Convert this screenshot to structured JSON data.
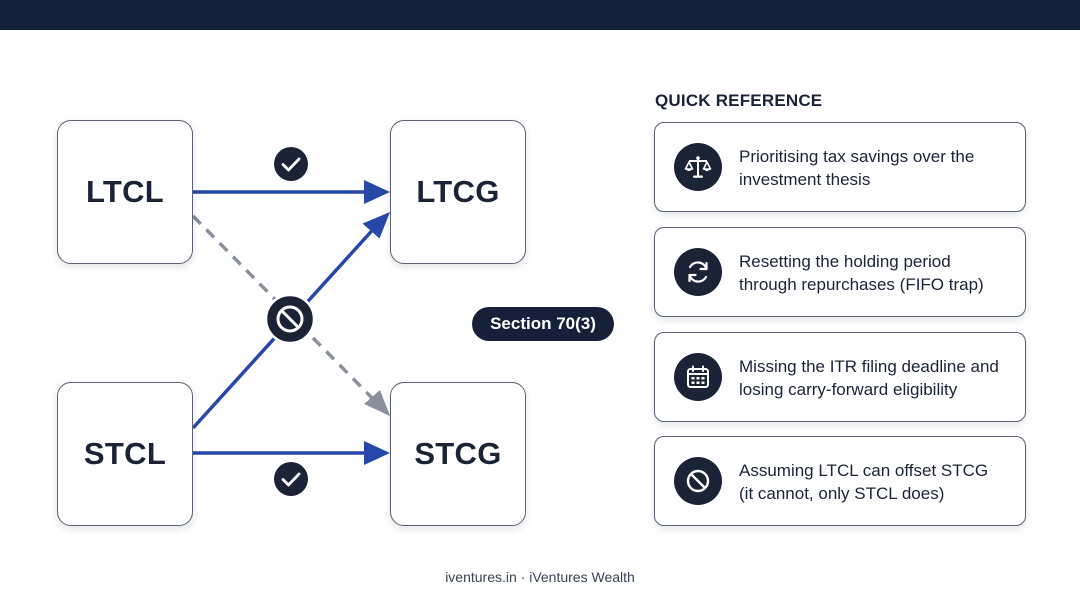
{
  "diagram": {
    "nodes": {
      "ltcl": "LTCL",
      "ltcg": "LTCG",
      "stcl": "STCL",
      "stcg": "STCG"
    },
    "section_label": "Section 70(3)",
    "colors": {
      "allowed_arrow": "#2748a8",
      "blocked_arrow": "#8a909c",
      "badge": "#1b2336",
      "node_border": "#5b6272"
    },
    "badges": {
      "allowed": "check-icon",
      "blocked": "prohibited-icon"
    }
  },
  "quick_reference": {
    "heading": "QUICK REFERENCE",
    "items": [
      {
        "icon": "scale-icon",
        "line1": "Prioritising tax savings over the",
        "line2": "investment thesis"
      },
      {
        "icon": "refresh-icon",
        "line1": "Resetting the holding period",
        "line2": "through repurchases (FIFO trap)"
      },
      {
        "icon": "calendar-icon",
        "line1": "Missing the ITR filing deadline and",
        "line2": "losing carry-forward eligibility"
      },
      {
        "icon": "prohibited-icon",
        "line1": "Assuming LTCL can offset STCG",
        "line2": "(it cannot, only STCL does)"
      }
    ]
  },
  "footer": "iventures.in · iVentures Wealth"
}
